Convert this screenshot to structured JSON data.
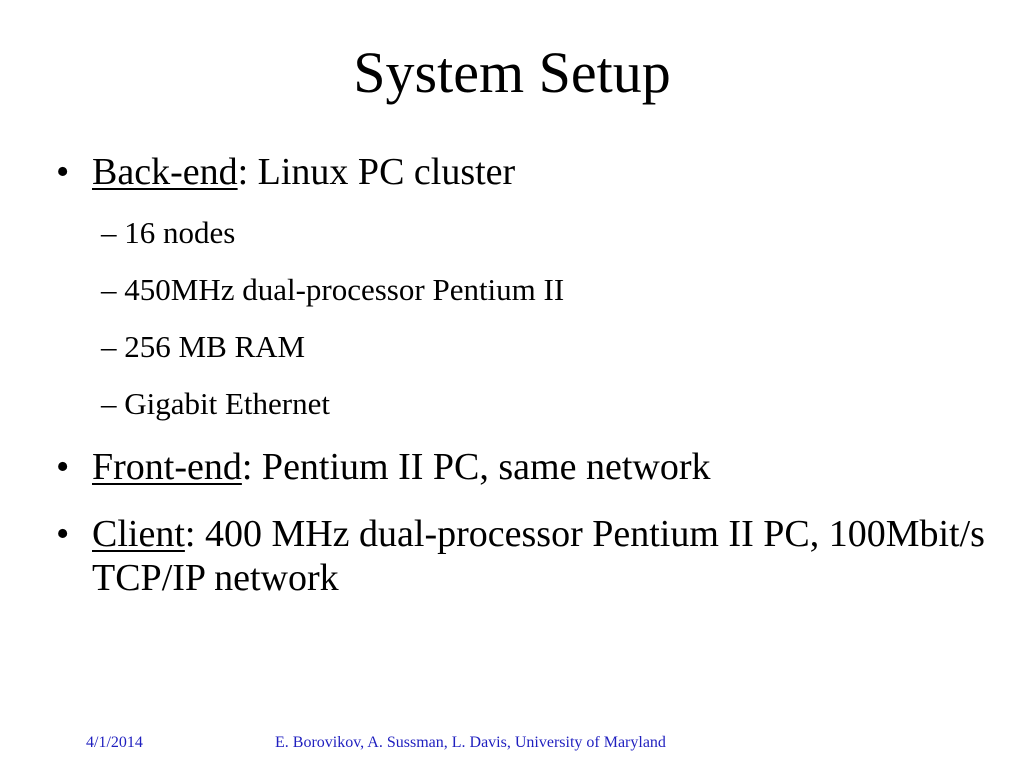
{
  "slide": {
    "title": "System Setup",
    "bullets": [
      {
        "marker": "•",
        "term": "Back-end",
        "rest": ": Linux PC cluster",
        "subitems": [
          "– 16 nodes",
          "– 450MHz dual-processor Pentium II",
          "– 256 MB RAM",
          "– Gigabit Ethernet"
        ]
      },
      {
        "marker": "•",
        "term": "Front-end",
        "rest": ": Pentium II PC, same network"
      },
      {
        "marker": "•",
        "term": "Client",
        "rest": ": 400 MHz dual-processor Pentium II PC, 100Mbit/s TCP/IP network"
      }
    ]
  },
  "footer": {
    "date": "4/1/2014",
    "authors": "E. Borovikov, A. Sussman, L. Davis, University of Maryland"
  },
  "colors": {
    "text": "#000000",
    "footer": "#1f1fbf",
    "background": "#ffffff"
  }
}
